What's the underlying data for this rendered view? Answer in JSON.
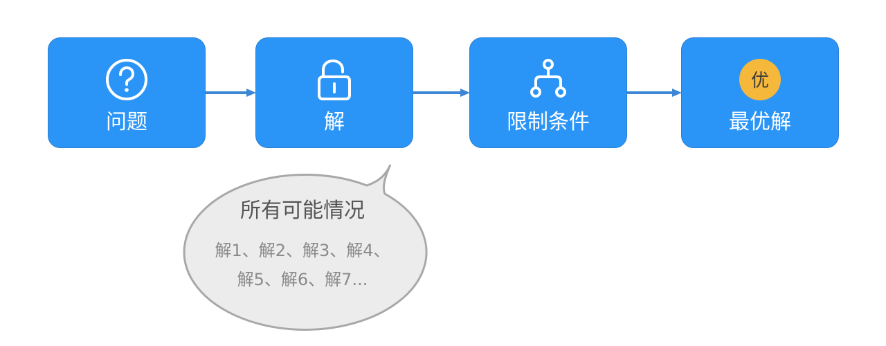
{
  "steps": [
    {
      "label": "问题",
      "icon": "question-circle-icon"
    },
    {
      "label": "解",
      "icon": "unlock-icon"
    },
    {
      "label": "限制条件",
      "icon": "hierarchy-icon"
    },
    {
      "label": "最优解",
      "icon": "badge-icon",
      "badge_text": "优"
    }
  ],
  "bubble": {
    "title": "所有可能情况",
    "line1": "解1、解2、解3、解4、",
    "line2": "解5、解6、解7..."
  },
  "colors": {
    "box_fill": "#2b95f7",
    "arrow": "#3d86d6",
    "badge": "#f6b83a",
    "bubble_fill": "#ececec",
    "bubble_border": "#a8a8a8"
  }
}
